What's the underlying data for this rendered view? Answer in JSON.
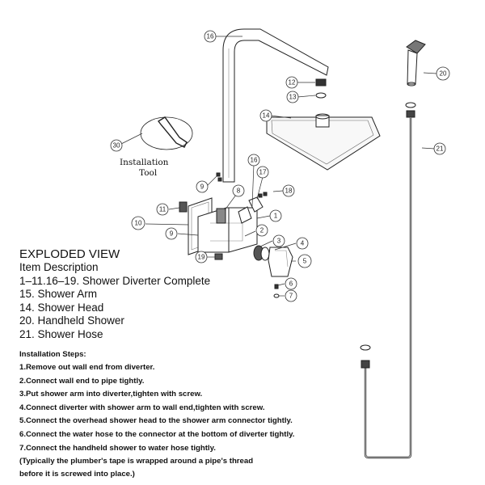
{
  "legend": {
    "title": "EXPLODED VIEW",
    "items": [
      "Item Description",
      "1–11.16–19. Shower  Diverter Complete",
      "15. Shower  Arm",
      "14. Shower Head",
      "20. Handheld Shower",
      "21. Shower Hose"
    ]
  },
  "installation": {
    "heading": "Installation Steps:",
    "steps": [
      "1.Remove out wall end from diverter.",
      "2.Connect wall end to pipe tightly.",
      "3.Put shower arm into diverter,tighten with screw.",
      "4.Connect diverter with shower arm to wall end,tighten with screw.",
      "5.Connect the overhead shower head to the shower arm connector tightly.",
      "6.Connect the water hose to the connector at the bottom of diverter tightly.",
      "7.Connect the handheld shower to water hose tightly."
    ],
    "note_lines": [
      "(Typically the plumber's tape is wrapped around a pipe's thread",
      "before it is screwed into place.)"
    ]
  },
  "tool_label": [
    "Installation",
    "Tool"
  ],
  "callouts": {
    "c1": "1",
    "c2": "2",
    "c3": "3",
    "c4": "4",
    "c5": "5",
    "c6": "6",
    "c7": "7",
    "c8": "8",
    "c9a": "9",
    "c9b": "9",
    "c10": "10",
    "c11": "11",
    "c12": "12",
    "c13": "13",
    "c14": "14",
    "c16a": "16",
    "c16b": "16",
    "c17": "17",
    "c18": "18",
    "c19": "19",
    "c20": "20",
    "c21": "21",
    "c30": "30"
  }
}
